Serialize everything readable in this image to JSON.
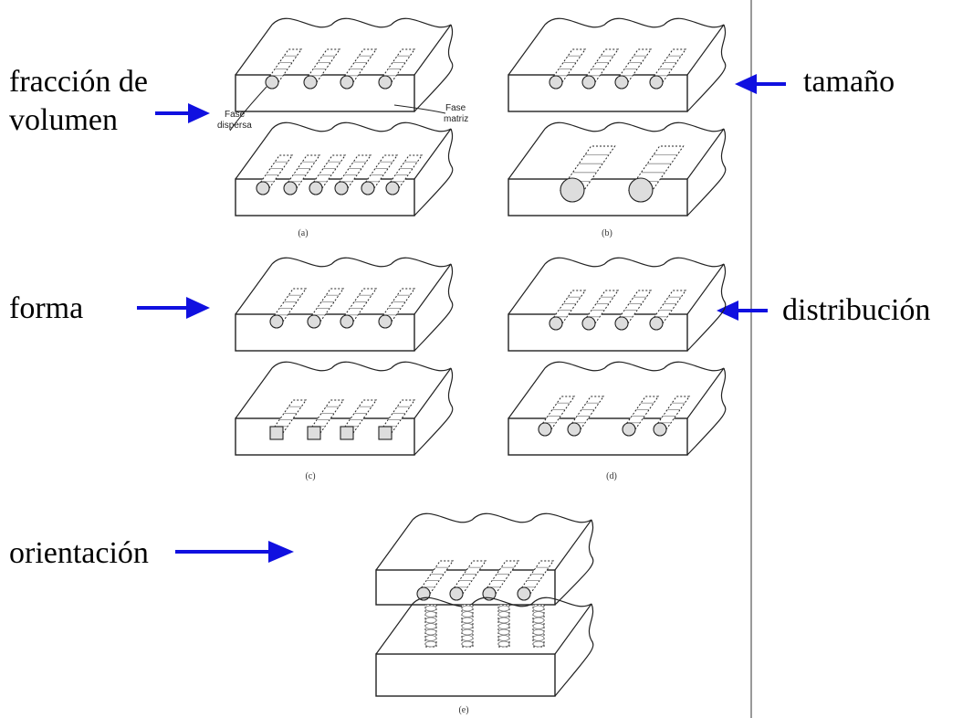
{
  "labels": {
    "volume_fraction_line1": "fracción de",
    "volume_fraction_line2": "volumen",
    "size": "tamaño",
    "shape": "forma",
    "distribution": "distribución",
    "orientation": "orientación"
  },
  "annotations": {
    "dispersed_phase_line1": "Fase",
    "dispersed_phase_line2": "dispersa",
    "matrix_phase_line1": "Fase",
    "matrix_phase_line2": "matriz"
  },
  "captions": {
    "a": "(a)",
    "b": "(b)",
    "c": "(c)",
    "d": "(d)",
    "e": "(e)"
  },
  "colors": {
    "arrow": "#1010e0",
    "line": "#222222",
    "divider": "#9a9a9a"
  }
}
